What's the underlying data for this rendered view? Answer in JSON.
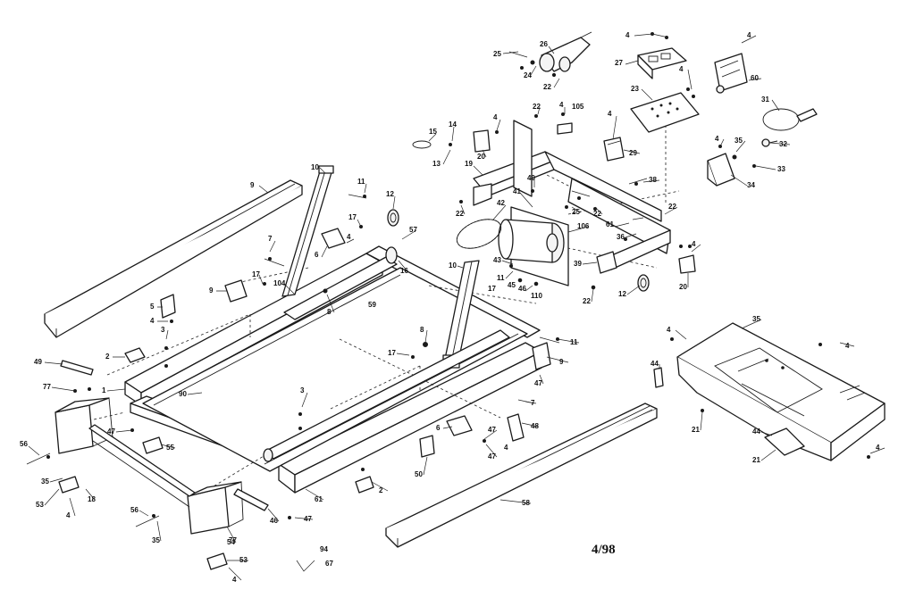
{
  "diagram": {
    "type": "exploded-parts-diagram",
    "date_mark": "4/98",
    "callouts": [
      {
        "id": "c-25a",
        "label": "25"
      },
      {
        "id": "c-26",
        "label": "26"
      },
      {
        "id": "c-24",
        "label": "24"
      },
      {
        "id": "c-22a",
        "label": "22"
      },
      {
        "id": "c-4a",
        "label": "4"
      },
      {
        "id": "c-27",
        "label": "27"
      },
      {
        "id": "c-4b",
        "label": "4"
      },
      {
        "id": "c-4c",
        "label": "4"
      },
      {
        "id": "c-60",
        "label": "60"
      },
      {
        "id": "c-23",
        "label": "23"
      },
      {
        "id": "c-31",
        "label": "31"
      },
      {
        "id": "c-32",
        "label": "32"
      },
      {
        "id": "c-4d",
        "label": "4"
      },
      {
        "id": "c-35a",
        "label": "35"
      },
      {
        "id": "c-33",
        "label": "33"
      },
      {
        "id": "c-34",
        "label": "34"
      },
      {
        "id": "c-15",
        "label": "15"
      },
      {
        "id": "c-14",
        "label": "14"
      },
      {
        "id": "c-13",
        "label": "13"
      },
      {
        "id": "c-4e",
        "label": "4"
      },
      {
        "id": "c-20a",
        "label": "20"
      },
      {
        "id": "c-22b",
        "label": "22"
      },
      {
        "id": "c-4f",
        "label": "4"
      },
      {
        "id": "c-105",
        "label": "105"
      },
      {
        "id": "c-4g",
        "label": "4"
      },
      {
        "id": "c-29",
        "label": "29"
      },
      {
        "id": "c-19",
        "label": "19"
      },
      {
        "id": "c-40",
        "label": "40"
      },
      {
        "id": "c-38",
        "label": "38"
      },
      {
        "id": "c-9a",
        "label": "9"
      },
      {
        "id": "c-10a",
        "label": "10"
      },
      {
        "id": "c-11a",
        "label": "11"
      },
      {
        "id": "c-12a",
        "label": "12"
      },
      {
        "id": "c-22c",
        "label": "22"
      },
      {
        "id": "c-41",
        "label": "41"
      },
      {
        "id": "c-42",
        "label": "42"
      },
      {
        "id": "c-25b",
        "label": "25"
      },
      {
        "id": "c-22d",
        "label": "22"
      },
      {
        "id": "c-22e",
        "label": "22"
      },
      {
        "id": "c-61a",
        "label": "61"
      },
      {
        "id": "c-36",
        "label": "36"
      },
      {
        "id": "c-17a",
        "label": "17"
      },
      {
        "id": "c-57",
        "label": "57"
      },
      {
        "id": "c-106",
        "label": "106"
      },
      {
        "id": "c-7a",
        "label": "7"
      },
      {
        "id": "c-6a",
        "label": "6"
      },
      {
        "id": "c-4h",
        "label": "4"
      },
      {
        "id": "c-16",
        "label": "16"
      },
      {
        "id": "c-43",
        "label": "43"
      },
      {
        "id": "c-39",
        "label": "39"
      },
      {
        "id": "c-4i",
        "label": "4"
      },
      {
        "id": "c-10b",
        "label": "10"
      },
      {
        "id": "c-11b",
        "label": "11"
      },
      {
        "id": "c-45",
        "label": "45"
      },
      {
        "id": "c-46a",
        "label": "46"
      },
      {
        "id": "c-17b",
        "label": "17"
      },
      {
        "id": "c-110",
        "label": "110"
      },
      {
        "id": "c-22f",
        "label": "22"
      },
      {
        "id": "c-12b",
        "label": "12"
      },
      {
        "id": "c-20b",
        "label": "20"
      },
      {
        "id": "c-17c",
        "label": "17"
      },
      {
        "id": "c-104",
        "label": "104"
      },
      {
        "id": "c-9b",
        "label": "9"
      },
      {
        "id": "c-8a",
        "label": "8"
      },
      {
        "id": "c-59",
        "label": "59"
      },
      {
        "id": "c-5",
        "label": "5"
      },
      {
        "id": "c-4j",
        "label": "4"
      },
      {
        "id": "c-3a",
        "label": "3"
      },
      {
        "id": "c-8b",
        "label": "8"
      },
      {
        "id": "c-11c",
        "label": "11"
      },
      {
        "id": "c-2a",
        "label": "2"
      },
      {
        "id": "c-49",
        "label": "49"
      },
      {
        "id": "c-17d",
        "label": "17"
      },
      {
        "id": "c-9c",
        "label": "9"
      },
      {
        "id": "c-47a",
        "label": "47"
      },
      {
        "id": "c-77a",
        "label": "77"
      },
      {
        "id": "c-1",
        "label": "1"
      },
      {
        "id": "c-90",
        "label": "90"
      },
      {
        "id": "c-7b",
        "label": "7"
      },
      {
        "id": "c-3b",
        "label": "3"
      },
      {
        "id": "c-47b",
        "label": "47"
      },
      {
        "id": "c-6b",
        "label": "6"
      },
      {
        "id": "c-48",
        "label": "48"
      },
      {
        "id": "c-47c",
        "label": "47"
      },
      {
        "id": "c-4k",
        "label": "4"
      },
      {
        "id": "c-55a",
        "label": "55"
      },
      {
        "id": "c-56a",
        "label": "56"
      },
      {
        "id": "c-35b",
        "label": "35"
      },
      {
        "id": "c-50",
        "label": "50"
      },
      {
        "id": "c-47d",
        "label": "47"
      },
      {
        "id": "c-53a",
        "label": "53"
      },
      {
        "id": "c-18",
        "label": "18"
      },
      {
        "id": "c-4l",
        "label": "4"
      },
      {
        "id": "c-61b",
        "label": "61"
      },
      {
        "id": "c-2b",
        "label": "2"
      },
      {
        "id": "c-58",
        "label": "58"
      },
      {
        "id": "c-56b",
        "label": "56"
      },
      {
        "id": "c-35c",
        "label": "35"
      },
      {
        "id": "c-54",
        "label": "54"
      },
      {
        "id": "c-77b",
        "label": "77"
      },
      {
        "id": "c-46b",
        "label": "46"
      },
      {
        "id": "c-47e",
        "label": "47"
      },
      {
        "id": "c-53b",
        "label": "53"
      },
      {
        "id": "c-4m",
        "label": "4"
      },
      {
        "id": "c-94",
        "label": "94"
      },
      {
        "id": "c-67",
        "label": "67"
      },
      {
        "id": "c-35d",
        "label": "35"
      },
      {
        "id": "c-4n",
        "label": "4"
      },
      {
        "id": "c-4o",
        "label": "4"
      },
      {
        "id": "c-44a",
        "label": "44"
      },
      {
        "id": "c-21a",
        "label": "21"
      },
      {
        "id": "c-44b",
        "label": "44"
      },
      {
        "id": "c-21b",
        "label": "21"
      },
      {
        "id": "c-4p",
        "label": "4"
      }
    ]
  }
}
